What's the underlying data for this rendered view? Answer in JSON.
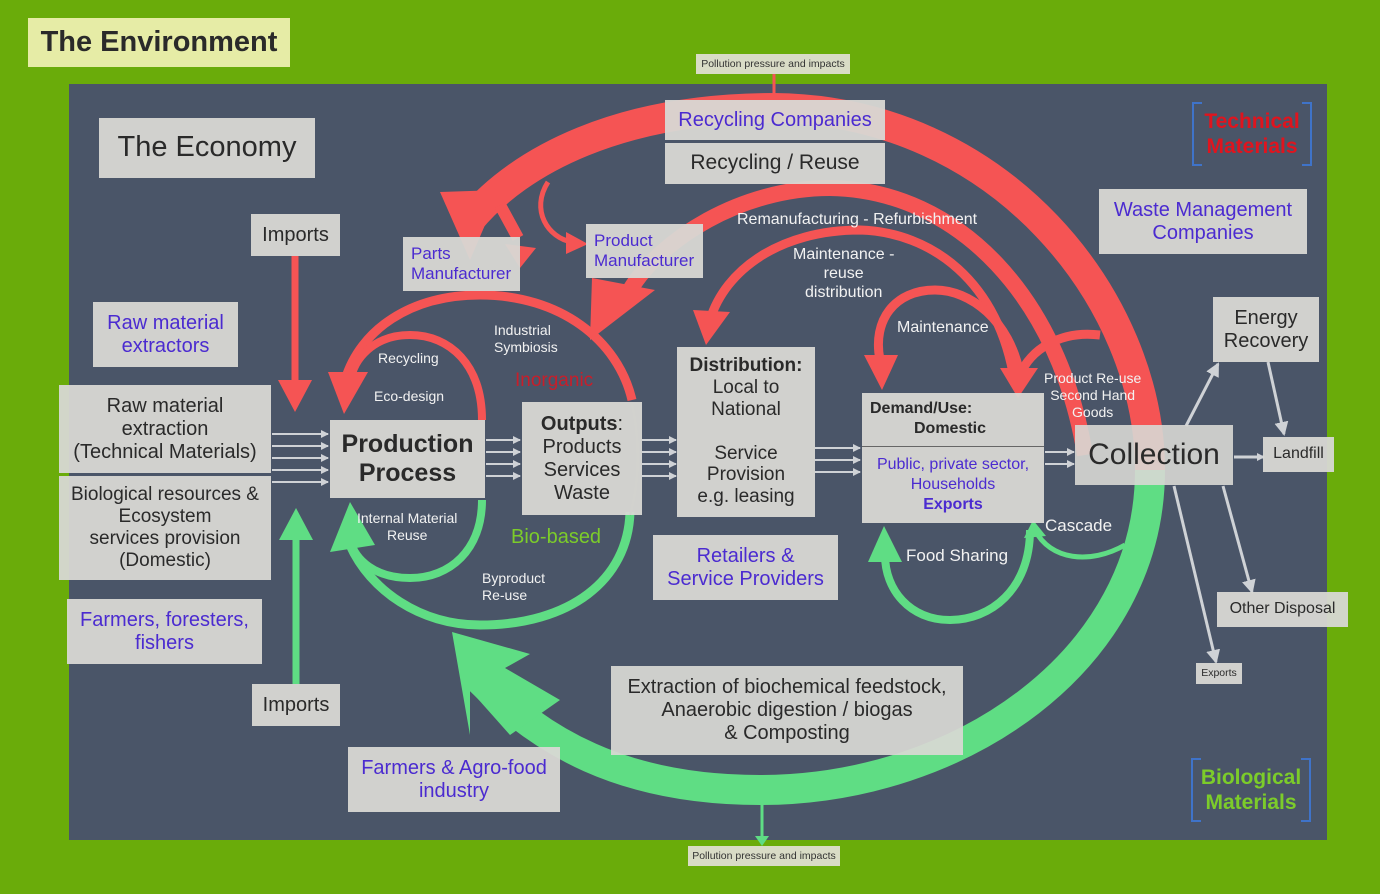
{
  "environment": {
    "title": "The Environment",
    "pollution_top": "Pollution pressure and impacts",
    "pollution_bottom": "Pollution pressure and impacts"
  },
  "economy": {
    "title": "The Economy",
    "legend": {
      "technical": "Technical Materials",
      "technical_lines": [
        "Technical",
        "Materials"
      ],
      "biological_lines": [
        "Biological",
        "Materials"
      ]
    },
    "actors": {
      "recycling_companies": "Recycling Companies",
      "waste_management": [
        "Waste Management",
        "Companies"
      ],
      "parts_manufacturer": [
        "Parts",
        "Manufacturer"
      ],
      "product_manufacturer": [
        "Product",
        "Manufacturer"
      ],
      "raw_material_extractors": [
        "Raw material",
        "extractors"
      ],
      "farmers_foresters": [
        "Farmers, foresters,",
        "fishers"
      ],
      "retailers": [
        "Retailers &",
        "Service Providers"
      ],
      "farmers_agro": [
        "Farmers & Agro-food",
        "industry"
      ]
    },
    "process_boxes": {
      "recycling_reuse": "Recycling / Reuse",
      "imports_top": "Imports",
      "imports_bottom": "Imports",
      "raw_extraction": [
        "Raw material",
        "extraction",
        "(Technical Materials)"
      ],
      "biological_resources": [
        "Biological resources &",
        "Ecosystem",
        "services provision",
        "(Domestic)"
      ],
      "production": [
        "Production",
        "Process"
      ],
      "outputs": {
        "heading": "Outputs",
        "colon": ":",
        "lines": [
          "Products",
          "Services",
          "Waste"
        ]
      },
      "distribution": {
        "heading": "Distribution:",
        "lines": [
          "Local to",
          "National",
          "",
          "Service",
          "Provision",
          "e.g. leasing"
        ]
      },
      "demand": {
        "heading": "Demand/Use:",
        "sub": "Domestic",
        "actors": [
          "Public, private sector,",
          "Households"
        ],
        "exports": "Exports"
      },
      "collection": "Collection",
      "energy_recovery": [
        "Energy",
        "Recovery"
      ],
      "landfill": "Landfill",
      "other_disposal": "Other Disposal",
      "exports_small": "Exports",
      "bio_extraction": [
        "Extraction of biochemical feedstock,",
        "Anaerobic digestion / biogas",
        "& Composting"
      ]
    },
    "flow_labels": {
      "remanufacturing": "Remanufacturing - Refurbishment",
      "maintenance_reuse": [
        "Maintenance -",
        "reuse",
        "distribution"
      ],
      "maintenance": "Maintenance",
      "product_reuse": [
        "Product Re-use",
        "Second Hand",
        "Goods"
      ],
      "industrial_symbiosis": [
        "Industrial",
        "Symbiosis"
      ],
      "recycling": "Recycling",
      "eco_design": "Eco-design",
      "inorganic": "Inorganic",
      "bio_based": "Bio-based",
      "internal_material_reuse": [
        "Internal Material",
        "Reuse"
      ],
      "byproduct_reuse": [
        "Byproduct",
        "Re-use"
      ],
      "food_sharing": "Food Sharing",
      "cascade": "Cascade"
    }
  },
  "colors": {
    "environment_green": "#6aac0a",
    "economy_slate": "#4a5568",
    "technical_red": "#f55454",
    "biological_green": "#5fdd84",
    "actor_purple": "#4b2bd0",
    "technical_label": "#e0141e",
    "biological_label": "#7ccc2a"
  }
}
